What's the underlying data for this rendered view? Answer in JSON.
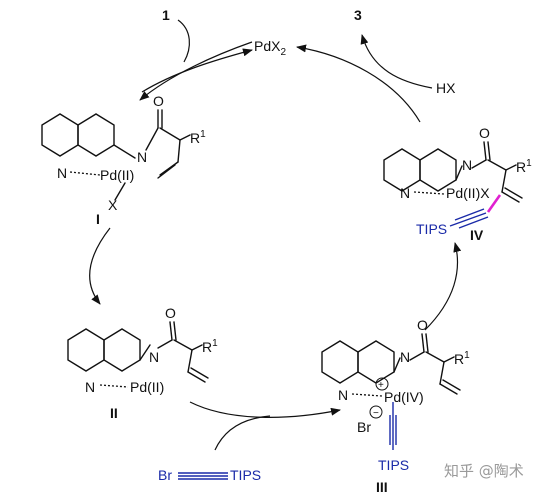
{
  "reagents": {
    "pdx2_main": "PdX",
    "pdx2_sub": "2",
    "substrate_1": "1",
    "product_3": "3",
    "hx": "HX",
    "br": "Br",
    "tips": "TIPS"
  },
  "atoms": {
    "N": "N",
    "O": "O",
    "R": "R",
    "one": "1",
    "X": "X",
    "Br": "Br",
    "pd_ii": "Pd(II)",
    "pd_iv": "Pd(IV)",
    "pd_ii_x": "Pd(II)X",
    "plus": "+",
    "minus": "−",
    "tips": "TIPS"
  },
  "labels": {
    "I": "I",
    "II": "II",
    "III": "III",
    "IV": "IV"
  },
  "watermark": "知乎 @陶术"
}
